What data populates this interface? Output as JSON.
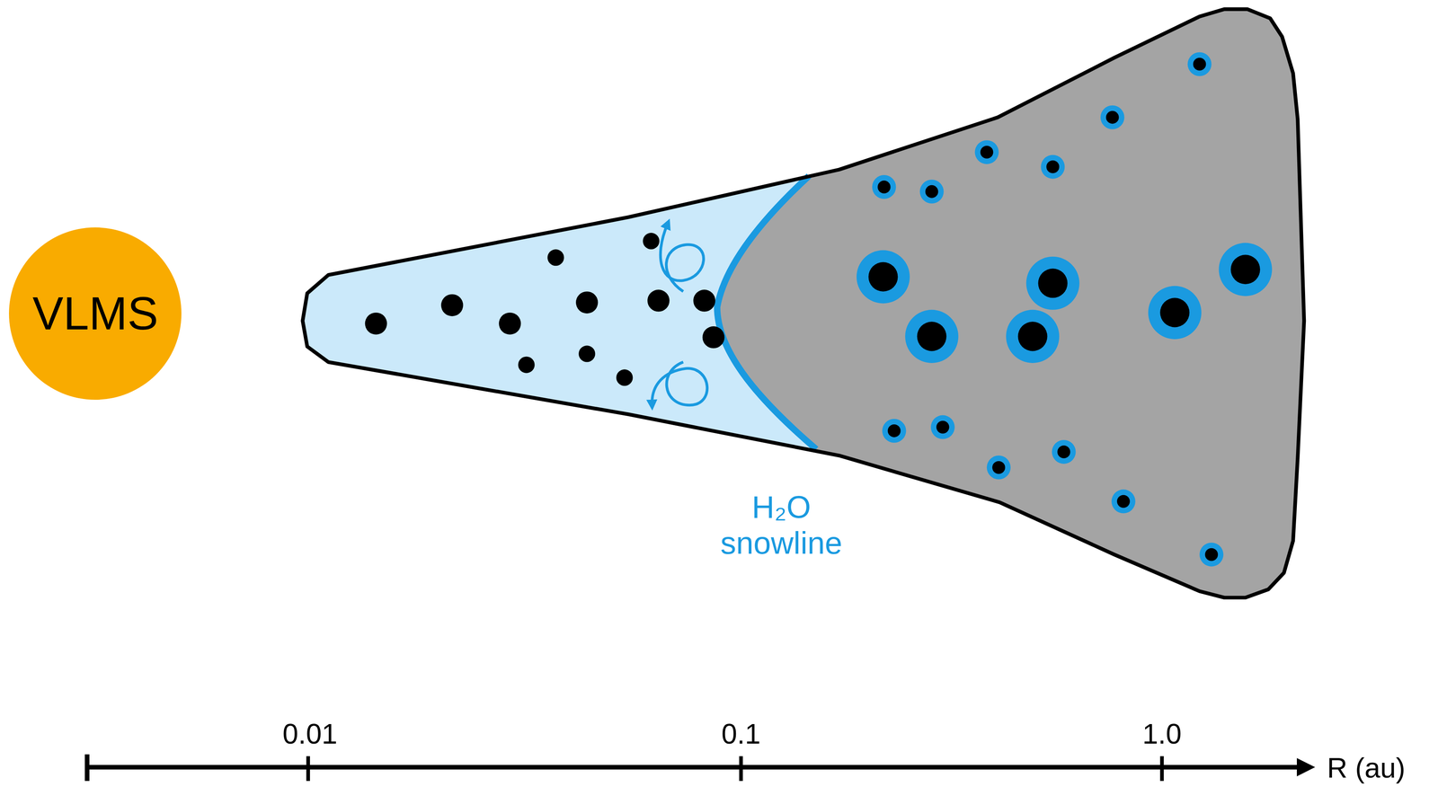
{
  "diagram": {
    "nodes": [
      {
        "text": [
          "VLMS"
        ]
      }
    ],
    "labels": [
      "H₂O snowline",
      "0.01",
      "0.1",
      "1.0",
      "R (au)"
    ]
  }
}
